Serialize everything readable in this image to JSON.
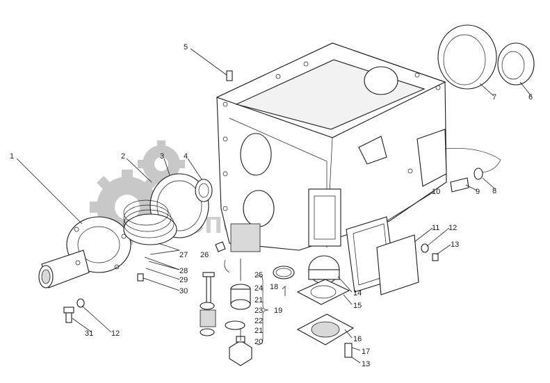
{
  "watermark": {
    "brand_text": "СпецМаш"
  },
  "callouts": [
    {
      "id": "c1",
      "label": "1"
    },
    {
      "id": "c2",
      "label": "2"
    },
    {
      "id": "c3",
      "label": "3"
    },
    {
      "id": "c4",
      "label": "4"
    },
    {
      "id": "c5",
      "label": "5"
    },
    {
      "id": "c6",
      "label": "6"
    },
    {
      "id": "c7",
      "label": "7"
    },
    {
      "id": "c8",
      "label": "8"
    },
    {
      "id": "c9",
      "label": "9"
    },
    {
      "id": "c10",
      "label": "10"
    },
    {
      "id": "c11",
      "label": "11"
    },
    {
      "id": "c12a",
      "label": "12"
    },
    {
      "id": "c13a",
      "label": "13"
    },
    {
      "id": "c26",
      "label": "26"
    },
    {
      "id": "c27",
      "label": "27"
    },
    {
      "id": "c28",
      "label": "28"
    },
    {
      "id": "c29",
      "label": "29"
    },
    {
      "id": "c30",
      "label": "30"
    },
    {
      "id": "c25",
      "label": "25"
    },
    {
      "id": "c24",
      "label": "24"
    },
    {
      "id": "c21a",
      "label": "21"
    },
    {
      "id": "c23",
      "label": "23"
    },
    {
      "id": "c22",
      "label": "22"
    },
    {
      "id": "c21b",
      "label": "21"
    },
    {
      "id": "c20",
      "label": "20"
    },
    {
      "id": "c19",
      "label": "19"
    },
    {
      "id": "c18",
      "label": "18"
    },
    {
      "id": "c14",
      "label": "14"
    },
    {
      "id": "c15",
      "label": "15"
    },
    {
      "id": "c16",
      "label": "16"
    },
    {
      "id": "c17",
      "label": "17"
    },
    {
      "id": "c13b",
      "label": "13"
    },
    {
      "id": "c31",
      "label": "31"
    },
    {
      "id": "c12b",
      "label": "12"
    }
  ]
}
